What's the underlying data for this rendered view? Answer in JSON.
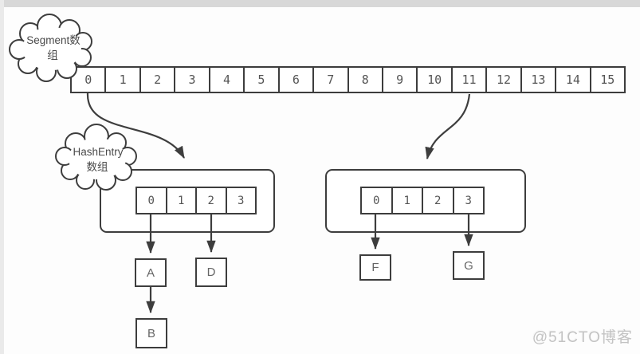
{
  "clouds": {
    "segment": {
      "line1": "Segment数",
      "line2": "组"
    },
    "hash_entry": {
      "line1": "HashEntry",
      "line2": "数组"
    }
  },
  "segment_array": {
    "cells": [
      "0",
      "1",
      "2",
      "3",
      "4",
      "5",
      "6",
      "7",
      "8",
      "9",
      "10",
      "11",
      "12",
      "13",
      "14",
      "15"
    ]
  },
  "buckets": {
    "left": {
      "cells": [
        "0",
        "1",
        "2",
        "3"
      ]
    },
    "right": {
      "cells": [
        "0",
        "1",
        "2",
        "3"
      ]
    }
  },
  "nodes": {
    "a": "A",
    "b": "B",
    "d": "D",
    "f": "F",
    "g": "G"
  },
  "watermark": "@51CTO博客",
  "colors": {
    "stroke": "#3d3d3d",
    "text": "#4a4a4a",
    "background": "#ffffff",
    "top_band": "#d8d8d8",
    "watermark": "#c3c3c3"
  }
}
